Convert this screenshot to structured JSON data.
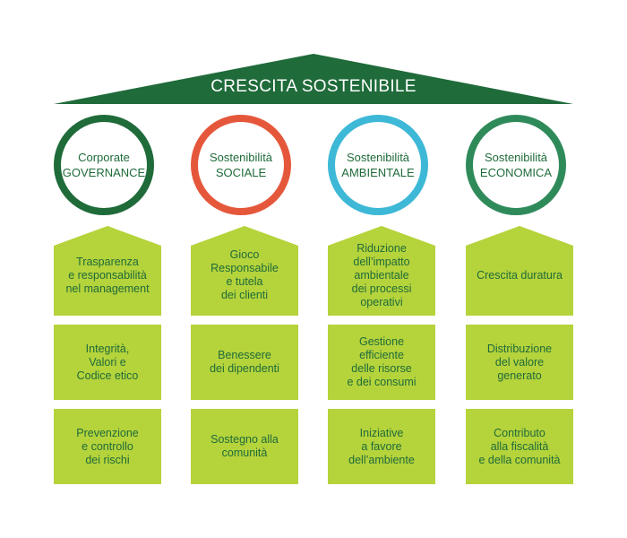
{
  "title": "CRESCITA SOSTENIBILE",
  "colors": {
    "roof": "#1f6b3a",
    "block": "#b5d33b",
    "text": "#1f6b3a"
  },
  "pillars": [
    {
      "circle_lines": [
        "Corporate",
        "GOVERNANCE"
      ],
      "circle_color": "#1f6b3a",
      "cells": [
        [
          "Trasparenza",
          "e responsabilità",
          "nel management"
        ],
        [
          "Integrità,",
          "Valori e",
          "Codice etico"
        ],
        [
          "Prevenzione",
          "e controllo",
          "dei rischi"
        ]
      ]
    },
    {
      "circle_lines": [
        "Sostenibilità",
        "SOCIALE"
      ],
      "circle_color": "#e5573b",
      "cells": [
        [
          "Gioco",
          "Responsabile",
          "e tutela",
          "dei clienti"
        ],
        [
          "Benessere",
          "dei dipendenti"
        ],
        [
          "Sostegno alla",
          "comunità"
        ]
      ]
    },
    {
      "circle_lines": [
        "Sostenibilità",
        "AMBIENTALE"
      ],
      "circle_color": "#3db8d6",
      "cells": [
        [
          "Riduzione",
          "dell’impatto",
          "ambientale",
          "dei processi",
          "operativi"
        ],
        [
          "Gestione",
          "efficiente",
          "delle risorse",
          "e dei consumi"
        ],
        [
          "Iniziative",
          "a favore",
          "dell’ambiente"
        ]
      ]
    },
    {
      "circle_lines": [
        "Sostenibilità",
        "ECONOMICA"
      ],
      "circle_color": "#2f8a5a",
      "cells": [
        [
          "Crescita duratura"
        ],
        [
          "Distribuzione",
          "del valore",
          "generato"
        ],
        [
          "Contributo",
          "alla fiscalità",
          "e della comunità"
        ]
      ]
    }
  ]
}
